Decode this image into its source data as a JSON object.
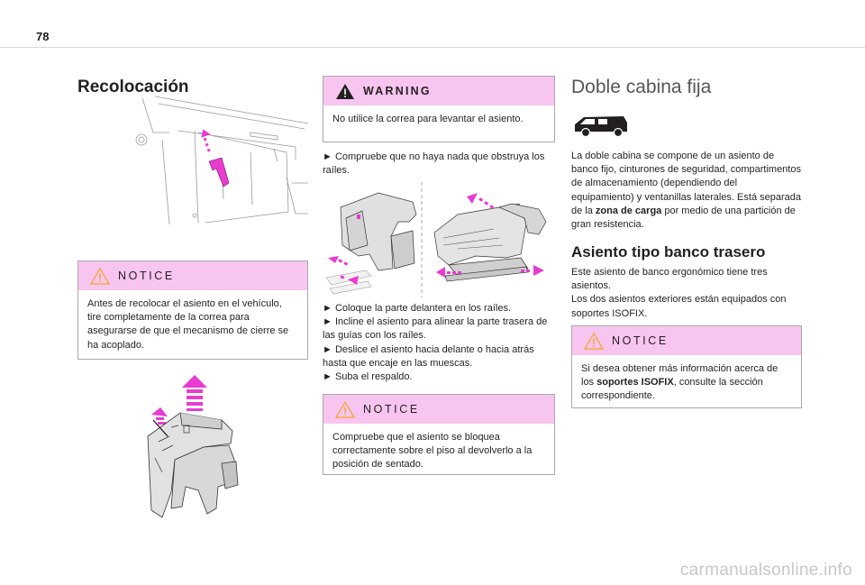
{
  "page_number": "78",
  "col1": {
    "title": "Recolocación",
    "notice1": {
      "label": "NOTICE",
      "text": "Antes de recolocar el asiento en el vehículo, tire completamente de la correa para asegurarse de que el mecanismo de cierre se ha acoplado."
    }
  },
  "col2": {
    "warning": {
      "label": "WARNING",
      "text": "No utilice la correa para levantar el asiento."
    },
    "step1": "► Compruebe que no haya nada que obstruya los raíles.",
    "steps": [
      "► Coloque la parte delantera en los raíles.",
      "► Incline el asiento para alinear la parte trasera de las guías con los raíles.",
      "► Deslice el asiento hacia delante o hacia atrás hasta que encaje en las muescas.",
      "► Suba el respaldo."
    ],
    "notice2": {
      "label": "NOTICE",
      "text": "Compruebe que el asiento se bloquea correctamente sobre el piso al devolverlo a la posición de sentado."
    }
  },
  "col3": {
    "title": "Doble cabina fija",
    "intro_plain": "La doble cabina se compone de un asiento de banco fijo, cinturones de seguridad, compartimentos de almacenamiento (dependiendo del equipamiento) y ventanillas laterales. Está separada de la ",
    "intro_bold": "zona de carga",
    "intro_end": " por medio de una partición de gran resistencia.",
    "subtitle": "Asiento tipo banco trasero",
    "para1": "Este asiento de banco ergonómico tiene tres asientos.",
    "para2": "Los dos asientos exteriores están equipados con soportes ISOFIX.",
    "notice3": {
      "label": "NOTICE",
      "text_start": "Si desea obtener más información acerca de los ",
      "text_bold": "soportes ISOFIX",
      "text_end": ", consulte la sección correspondiente."
    }
  },
  "watermark": "carmanualsonline.info",
  "colors": {
    "accent_pink": "#f7c5ef",
    "arrow_magenta": "#e83bd0",
    "border": "#a9a9a9"
  }
}
